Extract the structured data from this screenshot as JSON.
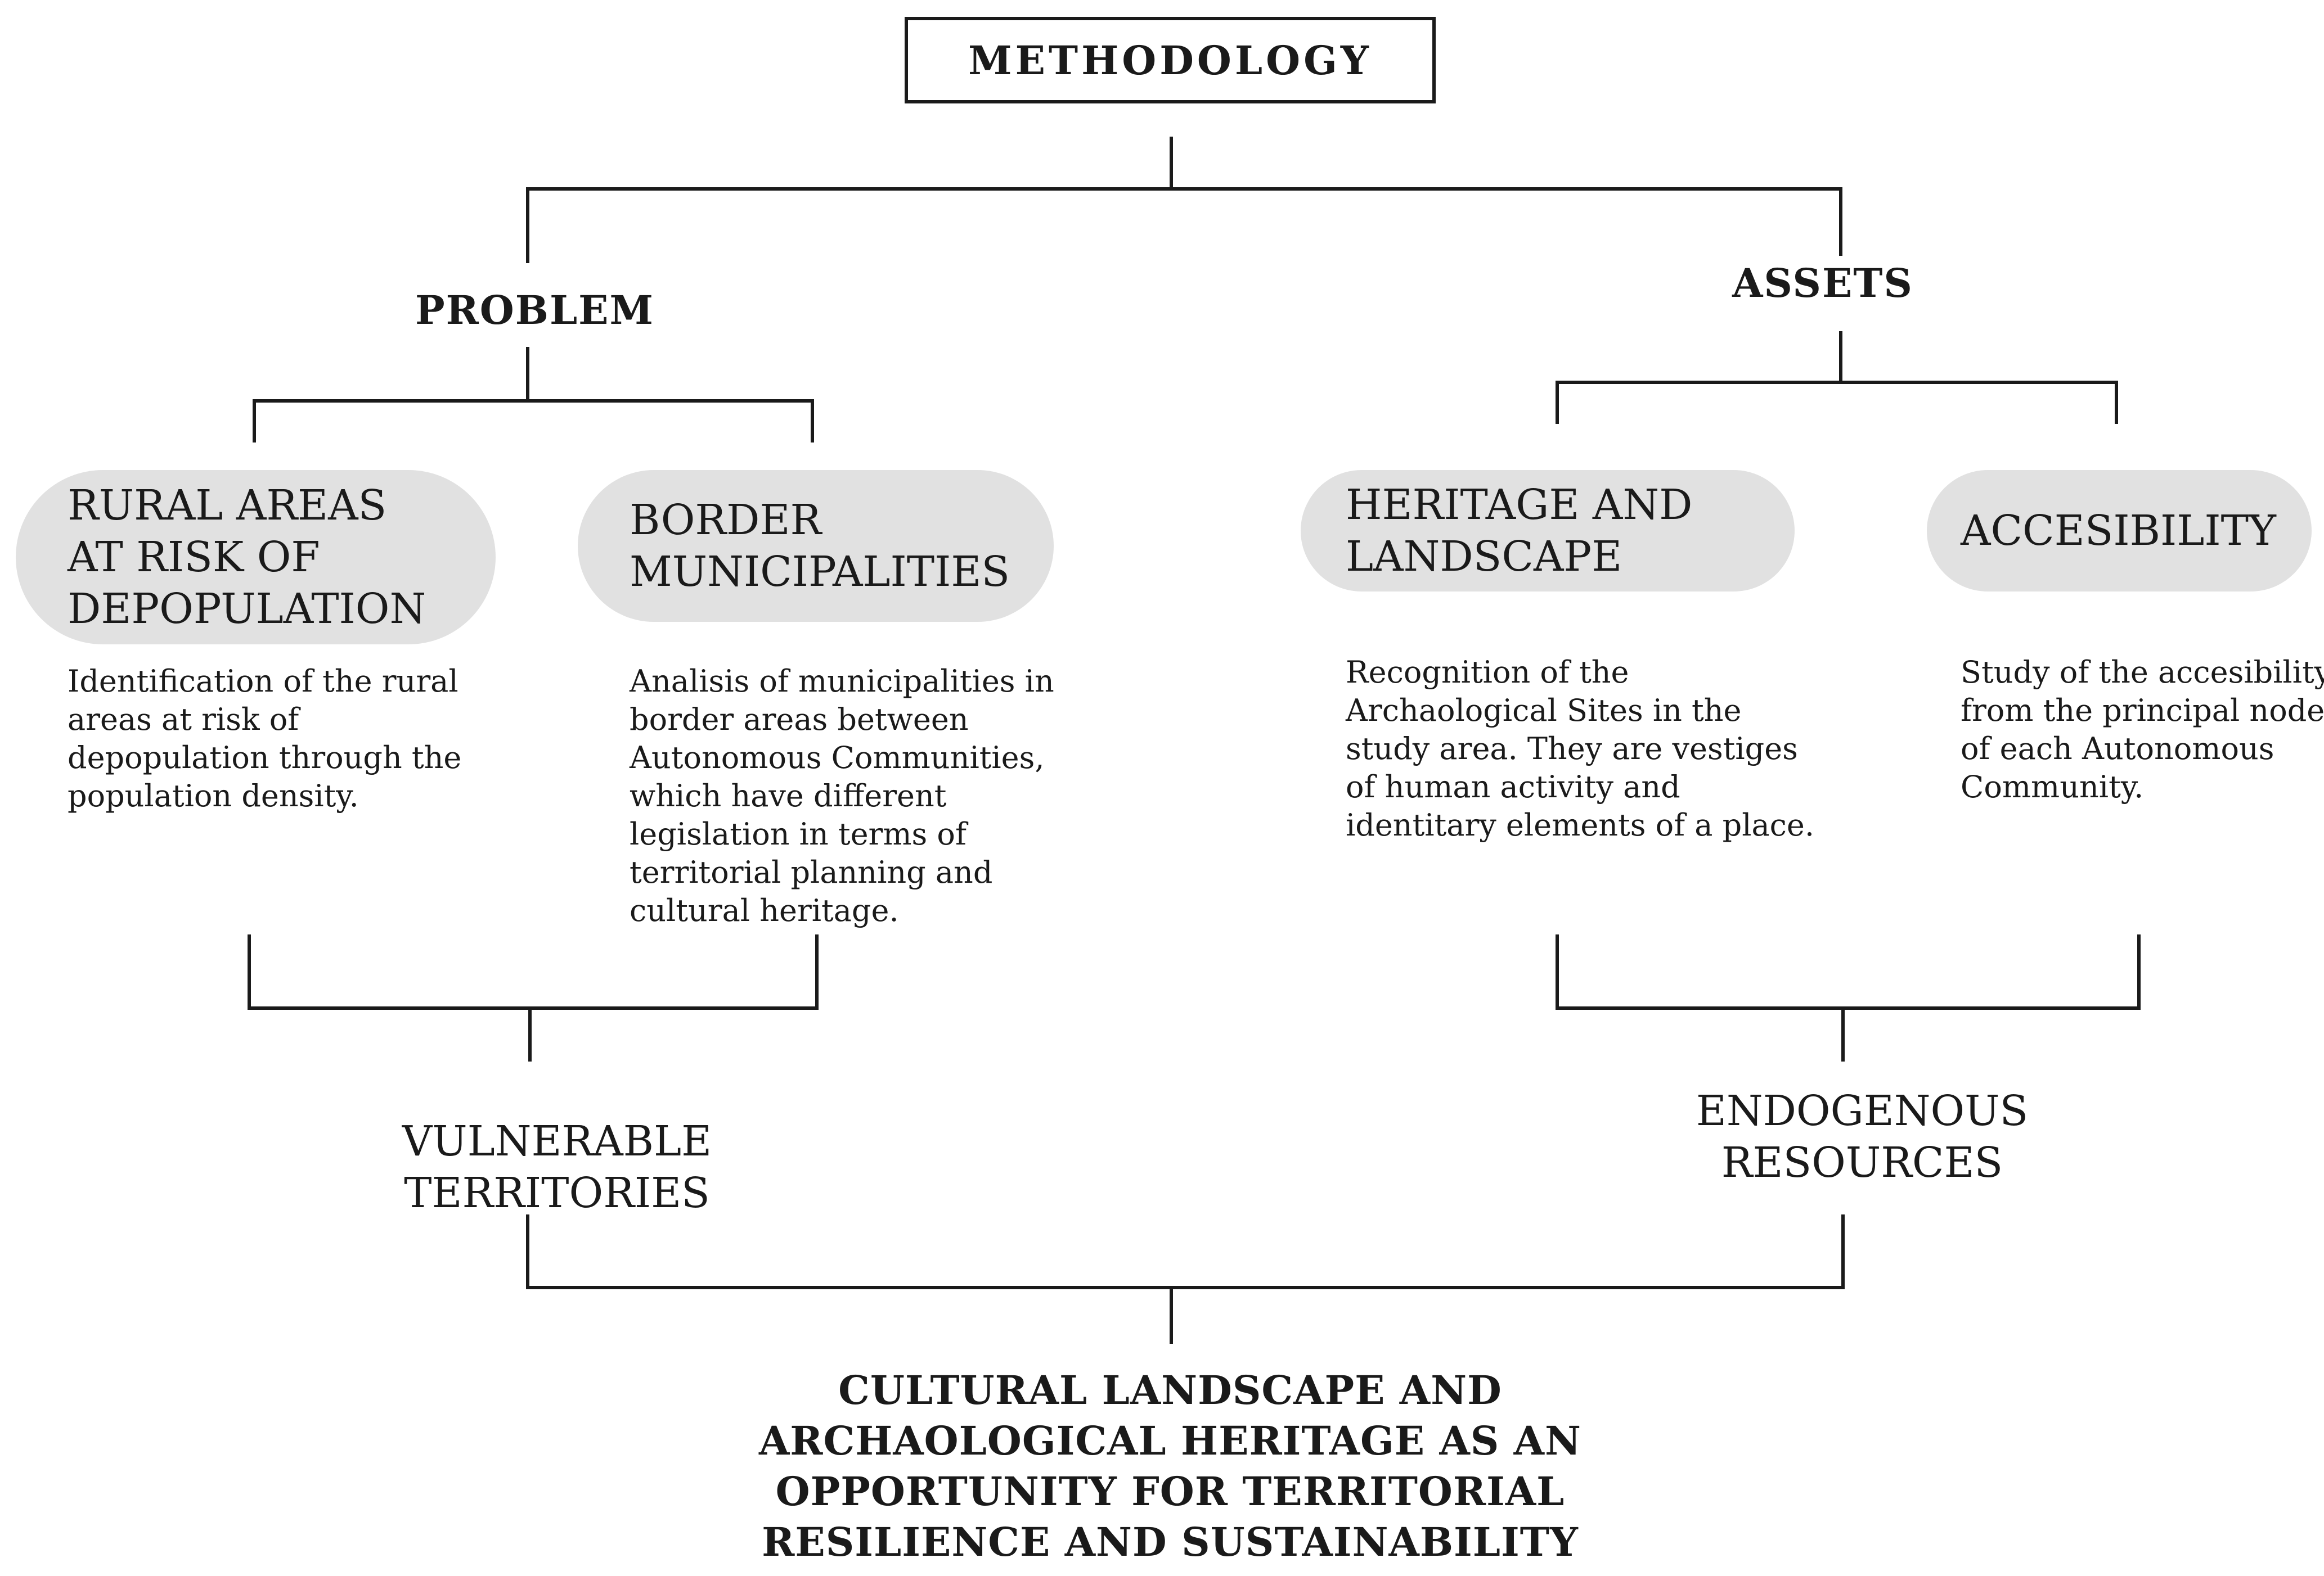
{
  "methodology": {
    "title": "METHODOLOGY"
  },
  "problem": {
    "heading": "PROBLEM",
    "items": [
      {
        "label_lines": [
          "RURAL AREAS",
          "AT RISK OF",
          "DEPOPULATION"
        ],
        "description_lines": [
          "Identification of the rural",
          "areas at risk of",
          "depopulation through the",
          "population density."
        ]
      },
      {
        "label_lines": [
          "BORDER",
          "MUNICIPALITIES"
        ],
        "description_lines": [
          "Analisis of municipalities in",
          "border areas between",
          "Autonomous Communities,",
          "which have different",
          "legislation in terms of",
          "territorial planning and",
          "cultural heritage."
        ]
      }
    ],
    "result_lines": [
      "VULNERABLE",
      "TERRITORIES"
    ]
  },
  "assets": {
    "heading": "ASSETS",
    "items": [
      {
        "label_lines": [
          "HERITAGE AND",
          "LANDSCAPE"
        ],
        "description_lines": [
          "Recognition of the",
          "Archaological Sites in the",
          "study area. They are vestiges",
          "of human activity and",
          "identitary elements of a place."
        ]
      },
      {
        "label_lines": [
          "ACCESIBILITY"
        ],
        "description_lines": [
          "Study of the accesibility",
          "from the principal nodes",
          "of each Autonomous",
          "Community."
        ]
      }
    ],
    "result_lines": [
      "ENDOGENOUS",
      "RESOURCES"
    ]
  },
  "conclusion": {
    "lines": [
      "CULTURAL LANDSCAPE AND",
      "ARCHAOLOGICAL HERITAGE AS AN",
      "OPPORTUNITY FOR TERRITORIAL",
      "RESILIENCE AND SUSTAINABILITY"
    ]
  },
  "colors": {
    "pill_fill": "#e1e1e1",
    "line": "#1a1a1a"
  }
}
